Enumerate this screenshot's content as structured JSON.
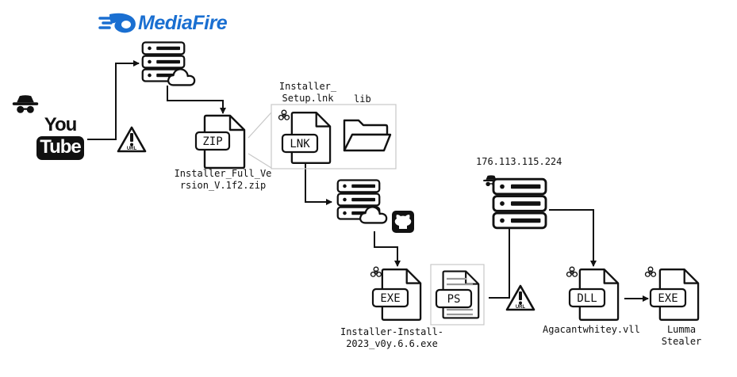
{
  "brand": {
    "name": "MediaFire",
    "color": "#1a6fd1"
  },
  "youtube": {
    "you": "You",
    "tube": "Tube"
  },
  "badges": {
    "url_text": "URL",
    "zip": "ZIP",
    "lnk": "LNK",
    "exe": "EXE",
    "ps": "PS",
    "dll": "DLL"
  },
  "labels": {
    "zip_file_line1": "Installer_Full_Ve",
    "zip_file_line2": "rsion_V.1f2.zip",
    "lnk_file_line1": "Installer_",
    "lnk_file_line2": "Setup.lnk",
    "lib_folder": "lib",
    "ip_address": "176.113.115.224",
    "exe_file_line1": "Installer-Install-",
    "exe_file_line2": "2023_v0y.6.6.exe",
    "dll_file": "Agacantwhitey.vll",
    "stealer_line1": "Lumma",
    "stealer_line2": "Stealer"
  },
  "icons": [
    "hacker-icon",
    "youtube-logo",
    "url-warning-icon",
    "server-icon",
    "cloud-icon",
    "zip-file-icon",
    "biohazard-icon",
    "lnk-file-icon",
    "folder-icon",
    "github-icon",
    "exe-file-icon",
    "ps-file-icon",
    "dll-file-icon"
  ]
}
